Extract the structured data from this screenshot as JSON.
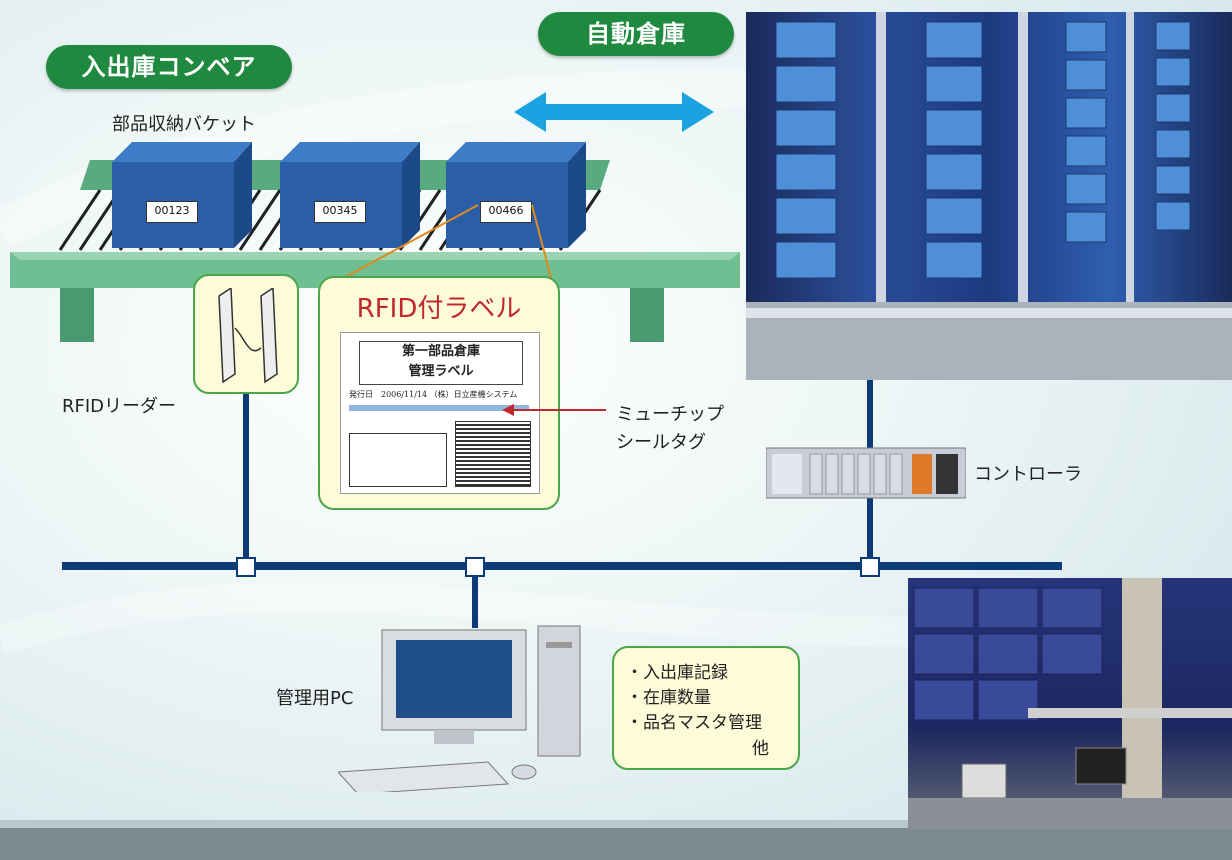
{
  "headers": {
    "conveyor": "入出庫コンベア",
    "warehouse": "自動倉庫"
  },
  "labels": {
    "buckets_caption": "部品収納バケット",
    "rfid_reader": "RFIDリーダー",
    "rfid_label_title": "RFID付ラベル",
    "mu_chip": "ミューチップ",
    "seal_tag": "シールタグ",
    "controller": "コントローラ",
    "admin_pc": "管理用PC"
  },
  "buckets": [
    "00123",
    "00345",
    "00466"
  ],
  "label_card": {
    "line1": "第一部品倉庫",
    "line2": "管理ラベル",
    "issued": "発行日　2006/11/14 （株）日立産機システム"
  },
  "pc_functions": {
    "item1": "・入出庫記録",
    "item2": "・在庫数量",
    "item3": "・品名マスタ管理",
    "item4": "他"
  },
  "colors": {
    "accent_green": "#1f8a3f",
    "network_blue": "#0d3a78",
    "arrow_cyan": "#1aa3e0",
    "bucket_blue": "#2a5fa8",
    "label_red": "#c0282d"
  }
}
